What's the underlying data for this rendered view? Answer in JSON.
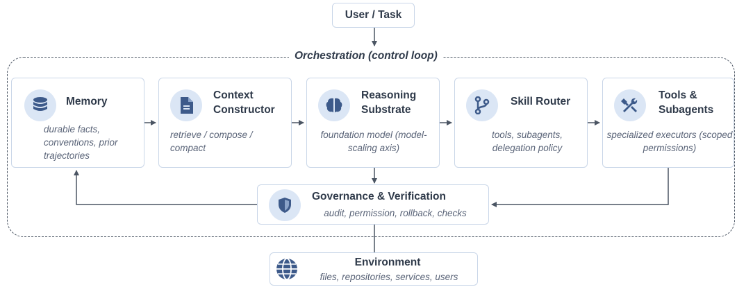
{
  "top": {
    "title": "User / Task"
  },
  "frame": {
    "label": "Orchestration (control loop)"
  },
  "nodes": {
    "memory": {
      "title": "Memory",
      "subtitle": "durable facts, conventions, prior trajectories"
    },
    "context": {
      "title": "Context Constructor",
      "subtitle": "retrieve / compose / compact"
    },
    "reasoning": {
      "title": "Reasoning Substrate",
      "subtitle": "foundation model (model-scaling axis)"
    },
    "router": {
      "title": "Skill Router",
      "subtitle": "tools, subagents, delegation policy"
    },
    "tools": {
      "title": "Tools & Subagents",
      "subtitle": "specialized executors (scoped permissions)"
    },
    "governance": {
      "title": "Governance & Verification",
      "subtitle": "audit, permission, rollback, checks"
    },
    "environment": {
      "title": "Environment",
      "subtitle": "files, repositories, services, users"
    }
  },
  "colors": {
    "icon": "#3d5a8a",
    "icon_bg": "#dbe6f5",
    "border": "#c9d6e8",
    "arrow": "#4b5563"
  }
}
